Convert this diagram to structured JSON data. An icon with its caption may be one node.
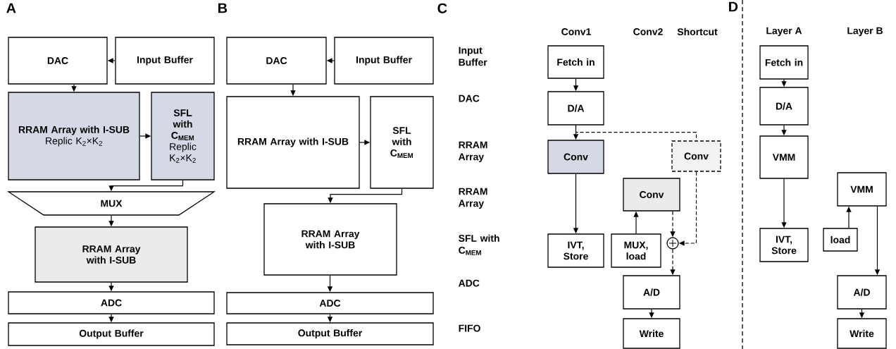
{
  "diagram": {
    "nodes": [
      {
        "text": [
          "DAC"
        ]
      },
      {
        "text": [
          "Input Buffer"
        ]
      },
      {
        "text": [
          "RRAM Array with I-SUB",
          "Replic K$_{2}$×K$_{2}$"
        ]
      },
      {
        "text": [
          "SFL with C$_{MEM}$",
          "Replic K$_{2}$×K$_{2}$"
        ]
      },
      {
        "text": [
          "MUX"
        ]
      },
      {
        "text": [
          "RRAM Array with I-SUB"
        ]
      },
      {
        "text": [
          "ADC"
        ]
      },
      {
        "text": [
          "Output Buffer"
        ]
      },
      {
        "text": [
          "DAC"
        ]
      },
      {
        "text": [
          "Input Buffer"
        ]
      },
      {
        "text": [
          "RRAM Array with I-SUB"
        ]
      },
      {
        "text": [
          "SFL with C$_{MEM}$"
        ]
      },
      {
        "text": [
          "RRAM Array with I-SUB"
        ]
      },
      {
        "text": [
          "ADC"
        ]
      },
      {
        "text": [
          "Output Buffer"
        ]
      },
      {
        "text": [
          "Fetch in"
        ]
      },
      {
        "text": [
          "D/A"
        ]
      },
      {
        "text": [
          "Conv"
        ]
      },
      {
        "text": [
          "Conv"
        ]
      },
      {
        "text": [
          "Conv"
        ]
      },
      {
        "text": [
          "IVT, Store"
        ]
      },
      {
        "text": [
          "MUX, load"
        ]
      },
      {
        "text": [],
        "shape": "circle"
      },
      {
        "text": [
          "A/D"
        ]
      },
      {
        "text": [
          "Write"
        ]
      },
      {
        "text": [
          "Fetch in"
        ]
      },
      {
        "text": [
          "D/A"
        ]
      },
      {
        "text": [
          "VMM"
        ]
      },
      {
        "text": [
          "IVT, Store"
        ]
      },
      {
        "text": [
          "VMM"
        ]
      },
      {
        "text": [
          "load"
        ]
      },
      {
        "text": [
          "A/D"
        ]
      },
      {
        "text": [
          "Write"
        ]
      }
    ],
    "edges": [
      {
        "from": 1,
        "to": 0,
        "arrow": "to"
      },
      {
        "from": 0,
        "to": 2,
        "arrow": "to"
      },
      {
        "from": 2,
        "to": 3,
        "arrow": "to"
      },
      {
        "from": 3,
        "to": 4,
        "arrow": "to"
      },
      {
        "from": 4,
        "to": 5,
        "arrow": "to"
      },
      {
        "from": 5,
        "to": 6,
        "arrow": "to"
      },
      {
        "from": 6,
        "to": 7,
        "arrow": "to"
      },
      {
        "from": 9,
        "to": 8,
        "arrow": "to"
      },
      {
        "from": 8,
        "to": 10,
        "arrow": "to"
      },
      {
        "from": 10,
        "to": 11,
        "arrow": "to"
      },
      {
        "from": 11,
        "to": 12,
        "arrow": "to"
      },
      {
        "from": 12,
        "to": 13,
        "arrow": "to"
      },
      {
        "from": 13,
        "to": 14,
        "arrow": "to"
      },
      {
        "from": 15,
        "to": 16,
        "arrow": "to"
      },
      {
        "from": 16,
        "to": 17,
        "arrow": "to"
      },
      {
        "from": 16,
        "to": 18,
        "arrow": "none",
        "style": "dashed"
      },
      {
        "from": 17,
        "to": 20,
        "arrow": "to"
      },
      {
        "from": 21,
        "to": 19,
        "arrow": "to"
      },
      {
        "from": 19,
        "to": 22,
        "arrow": "to",
        "style": "dashed"
      },
      {
        "from": 18,
        "to": 22,
        "arrow": "to",
        "style": "dashed"
      },
      {
        "from": 22,
        "to": 23,
        "arrow": "to",
        "style": "dashed"
      },
      {
        "from": 23,
        "to": 24,
        "arrow": "to"
      },
      {
        "from": 25,
        "to": 26,
        "arrow": "to"
      },
      {
        "from": 26,
        "to": 27,
        "arrow": "to"
      },
      {
        "from": 27,
        "to": 28,
        "arrow": "to"
      },
      {
        "from": 30,
        "to": 29,
        "arrow": "to"
      },
      {
        "from": 29,
        "to": 31,
        "arrow": "to"
      },
      {
        "from": 31,
        "to": 32,
        "arrow": "to"
      }
    ],
    "labels": [
      "A",
      "B",
      "C",
      "Conv1",
      "Conv2",
      "Shortcut",
      "D",
      "Layer A",
      "Layer B",
      "Input Buffer",
      "DAC",
      "RRAM Array",
      "RRAM Array",
      "SFL with C$_{MEM}$",
      "ADC",
      "FIFO"
    ]
  }
}
